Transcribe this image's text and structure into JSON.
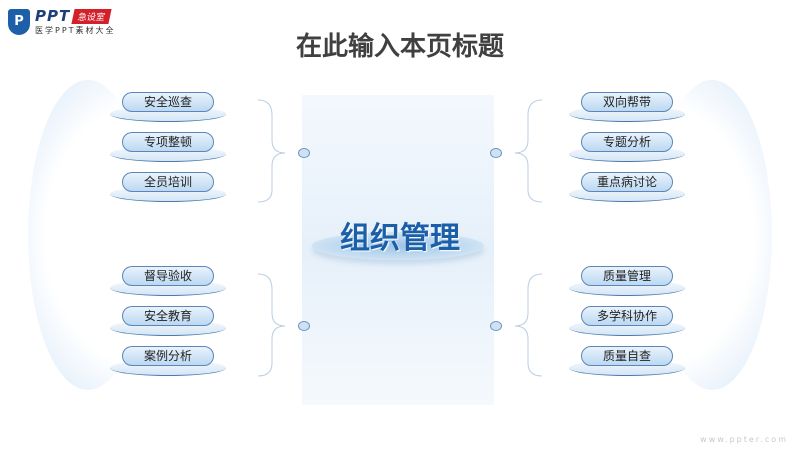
{
  "logo": {
    "mark": "P",
    "brand": "PPT",
    "badge": "急设室",
    "tagline": "医学PPT素材大全"
  },
  "title": "在此输入本页标题",
  "center": "组织管理",
  "left_top": [
    "安全巡查",
    "专项整顿",
    "全员培训"
  ],
  "left_bottom": [
    "督导验收",
    "安全教育",
    "案例分析"
  ],
  "right_top": [
    "双向帮带",
    "专题分析",
    "重点病讨论"
  ],
  "right_bottom": [
    "质量管理",
    "多学科协作",
    "质量自查"
  ],
  "watermark": "www.ppter.com"
}
